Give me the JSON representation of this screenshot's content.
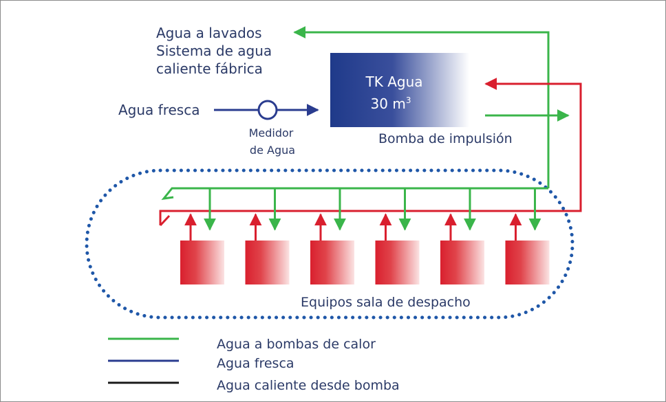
{
  "colors": {
    "green": "#3ab54a",
    "blue": "#2a3c8f",
    "red": "#d91f2e",
    "black": "#1a1a1a",
    "text": "#2b3a67",
    "dotted_blue": "#1f57a8",
    "frame": "#8a8a8a"
  },
  "labels": {
    "wash": "Agua a lavados",
    "hot_system_1": "Sistema de agua",
    "hot_system_2": "caliente fábrica",
    "fresh_input": "Agua fresca",
    "meter_1": "Medidor",
    "meter_2": "de Agua",
    "tank_1": "TK Agua",
    "tank_2_value": "30 m",
    "tank_2_sup": "3",
    "pump": "Bomba de impulsión",
    "dispatch": "Equipos sala de despacho"
  },
  "legend": [
    {
      "label": "Agua a bombas de calor",
      "color": "#3ab54a"
    },
    {
      "label": "Agua fresca",
      "color": "#2a3c8f"
    },
    {
      "label": "Agua caliente desde bomba",
      "color": "#1a1a1a"
    }
  ],
  "units_count": 6
}
